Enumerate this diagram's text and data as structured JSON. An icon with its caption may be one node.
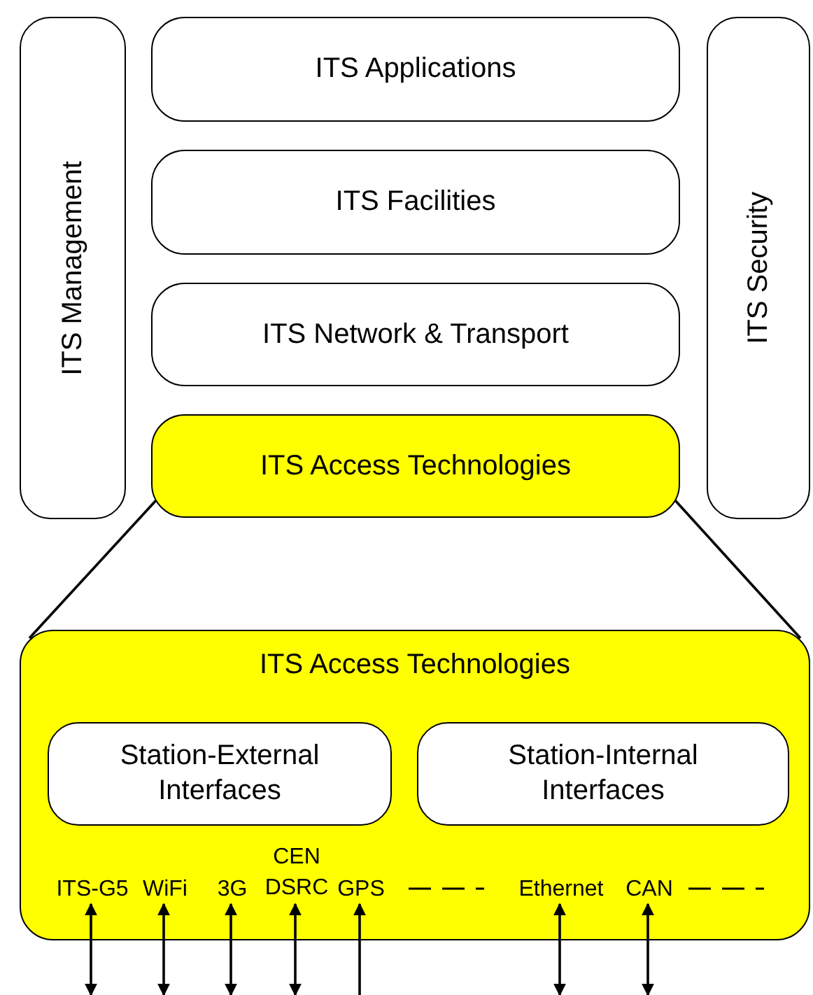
{
  "diagram": {
    "nodes": [
      {
        "text": [
          "ITS Management"
        ]
      },
      {
        "text": [
          "ITS Applications"
        ]
      },
      {
        "text": [
          "ITS Facilities"
        ]
      },
      {
        "text": [
          "ITS Network & Transport"
        ]
      },
      {
        "text": [
          "ITS Access Technologies"
        ]
      },
      {
        "text": [
          "ITS Security"
        ]
      },
      {
        "text": [
          "ITS Access Technologies"
        ]
      },
      {
        "text": [
          "Station-External Interfaces"
        ],
        "in": 6
      },
      {
        "text": [
          "Station-Internal Interfaces"
        ],
        "in": 6
      },
      {
        "text": [
          "ITS-G5"
        ],
        "in": 6
      },
      {
        "text": [
          "WiFi"
        ],
        "in": 6
      },
      {
        "text": [
          "3G"
        ],
        "in": 6
      },
      {
        "text": [
          "CEN DSRC"
        ],
        "in": 6
      },
      {
        "text": [
          "GPS"
        ],
        "in": 6
      },
      {
        "text": [
          "Ethernet"
        ],
        "in": 6
      },
      {
        "text": [
          "CAN"
        ],
        "in": 6
      }
    ],
    "edges": [
      {
        "from": 4,
        "to": 6,
        "arrow": "none"
      },
      {
        "from": 4,
        "to": 6,
        "arrow": "none"
      },
      {
        "from": 9,
        "to": null,
        "arrow": "both"
      },
      {
        "from": 10,
        "to": null,
        "arrow": "both"
      },
      {
        "from": 11,
        "to": null,
        "arrow": "both"
      },
      {
        "from": 12,
        "to": null,
        "arrow": "both"
      },
      {
        "from": null,
        "to": 13,
        "arrow": "to"
      },
      {
        "from": 14,
        "to": null,
        "arrow": "both"
      },
      {
        "from": 15,
        "to": null,
        "arrow": "both"
      }
    ]
  }
}
